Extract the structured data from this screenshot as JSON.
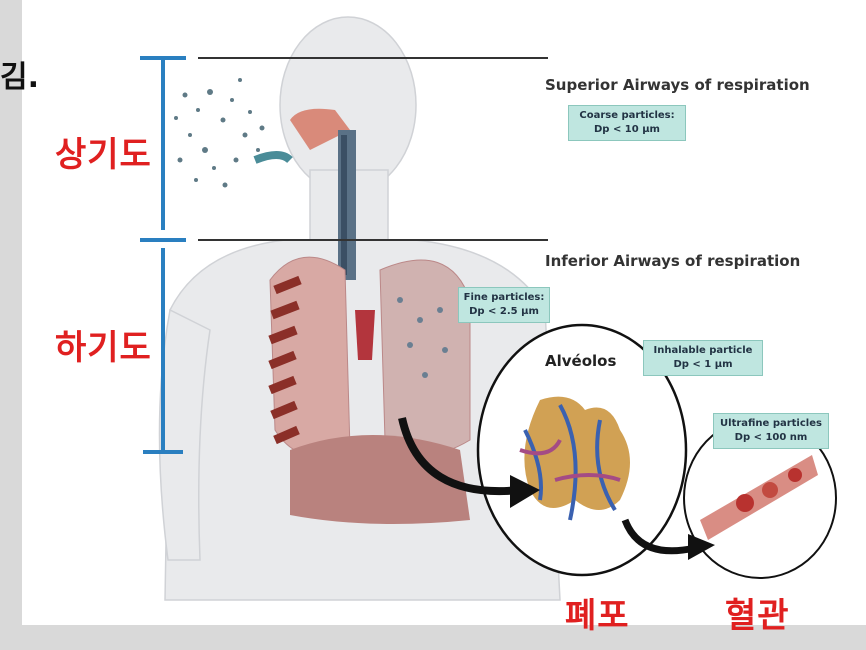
{
  "caption_fragment": "김.",
  "regions": {
    "upper": "상기도",
    "lower": "하기도"
  },
  "airways": {
    "superior": "Superior Airways of respiration",
    "inferior": "Inferior Airways of respiration"
  },
  "particles": {
    "coarse": {
      "name": "Coarse particles:",
      "size": "Dp < 10 µm"
    },
    "fine": {
      "name": "Fine particles:",
      "size": "Dp < 2.5 µm"
    },
    "inhalable": {
      "name": "Inhalable particle",
      "size": "Dp < 1 µm"
    },
    "ultrafine": {
      "name": "Ultrafine particles",
      "size": "Dp < 100 nm"
    }
  },
  "alveolus_label": "Alvéolos",
  "bottom_labels": {
    "lung": "폐포",
    "vessel": "혈관"
  },
  "colors": {
    "korean_label": "#e02020",
    "bracket": "#2a7fc0",
    "tag_fill": "#bfe6e0"
  }
}
